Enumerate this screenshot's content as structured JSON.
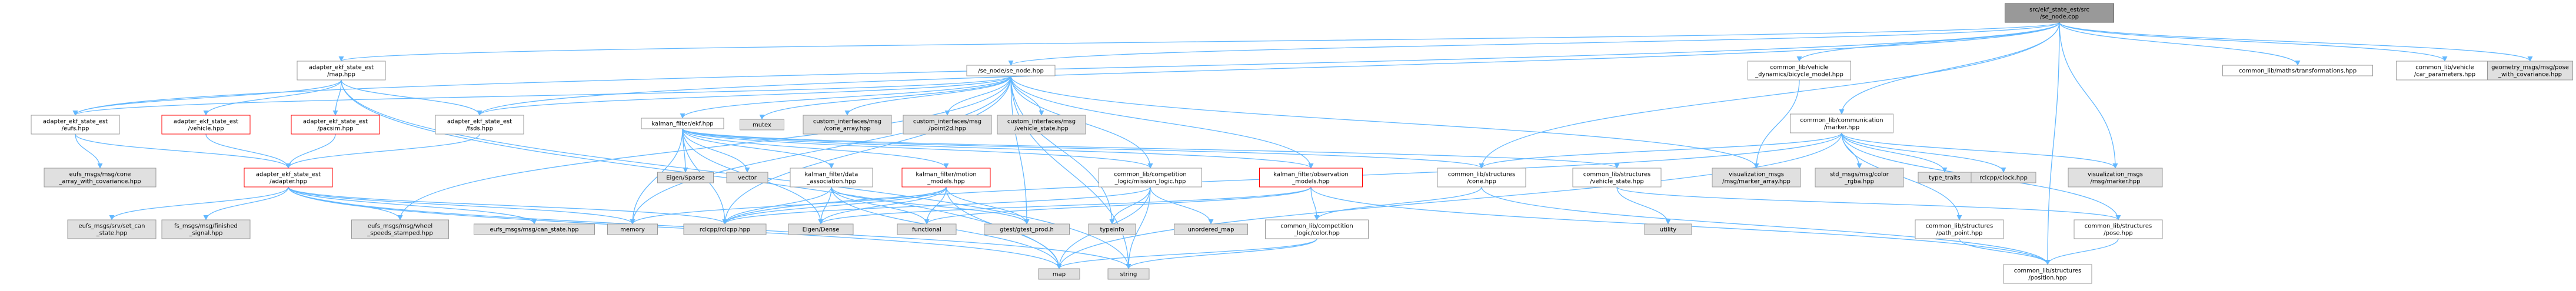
{
  "diagram": {
    "type": "include-dependency-graph",
    "colors": {
      "edge": "#63b8ff",
      "current_fill": "#999999",
      "node_border": "#999999",
      "system_fill": "#e0e0e0",
      "missing_border": "#ff0000"
    },
    "nodes": [
      {
        "id": "root",
        "style": "current",
        "lines": [
          "src/ekf_state_est/src",
          "/se_node.cpp"
        ]
      },
      {
        "id": "adapter_map",
        "style": "plain",
        "lines": [
          "adapter_ekf_state_est",
          "/map.hpp"
        ]
      },
      {
        "id": "se_node",
        "style": "plain",
        "lines": [
          "/se_node/se_node.hpp"
        ]
      },
      {
        "id": "bicycle",
        "style": "plain",
        "lines": [
          "common_lib/vehicle",
          "_dynamics/bicycle_model.hpp"
        ]
      },
      {
        "id": "transforms",
        "style": "plain",
        "lines": [
          "common_lib/maths/transformations.hpp"
        ]
      },
      {
        "id": "car_params",
        "style": "plain",
        "lines": [
          "common_lib/vehicle",
          "/car_parameters.hpp"
        ]
      },
      {
        "id": "pose_cov",
        "style": "sys",
        "lines": [
          "geometry_msgs/msg/pose",
          "_with_covariance.hpp"
        ]
      },
      {
        "id": "adapter_eufs",
        "style": "plain",
        "lines": [
          "adapter_ekf_state_est",
          "/eufs.hpp"
        ]
      },
      {
        "id": "adapter_vehicle",
        "style": "red",
        "lines": [
          "adapter_ekf_state_est",
          "/vehicle.hpp"
        ]
      },
      {
        "id": "adapter_pacsim",
        "style": "red",
        "lines": [
          "adapter_ekf_state_est",
          "/pacsim.hpp"
        ]
      },
      {
        "id": "adapter_fsds",
        "style": "plain",
        "lines": [
          "adapter_ekf_state_est",
          "/fsds.hpp"
        ]
      },
      {
        "id": "kalman",
        "style": "plain",
        "lines": [
          "kalman_filter/ekf.hpp"
        ]
      },
      {
        "id": "mutex",
        "style": "sys",
        "lines": [
          "mutex"
        ]
      },
      {
        "id": "cone_array",
        "style": "sys",
        "lines": [
          "custom_interfaces/msg",
          "/cone_array.hpp"
        ]
      },
      {
        "id": "point2d",
        "style": "sys",
        "lines": [
          "custom_interfaces/msg",
          "/point2d.hpp"
        ]
      },
      {
        "id": "vehicle_state_msg",
        "style": "sys",
        "lines": [
          "custom_interfaces/msg",
          "/vehicle_state.hpp"
        ]
      },
      {
        "id": "communication",
        "style": "plain",
        "lines": [
          "common_lib/communication",
          "/marker.hpp"
        ]
      },
      {
        "id": "eufs_cone_cov",
        "style": "sys",
        "lines": [
          "eufs_msgs/msg/cone",
          "_array_with_covariance.hpp"
        ]
      },
      {
        "id": "adapter_hpp",
        "style": "red",
        "lines": [
          "adapter_ekf_state_est",
          "/adapter.hpp"
        ]
      },
      {
        "id": "eigen_sparse",
        "style": "sys",
        "lines": [
          "Eigen/Sparse"
        ]
      },
      {
        "id": "vector",
        "style": "sys",
        "lines": [
          "vector"
        ]
      },
      {
        "id": "kf_data_assoc",
        "style": "plain",
        "lines": [
          "kalman_filter/data",
          "_association.hpp"
        ]
      },
      {
        "id": "kf_motion",
        "style": "red",
        "lines": [
          "kalman_filter/motion",
          "_models.hpp"
        ]
      },
      {
        "id": "mission_logic",
        "style": "plain",
        "lines": [
          "common_lib/competition",
          "_logic/mission_logic.hpp"
        ]
      },
      {
        "id": "kf_obs",
        "style": "red",
        "lines": [
          "kalman_filter/observation",
          "_models.hpp"
        ]
      },
      {
        "id": "cone_hpp",
        "style": "plain",
        "lines": [
          "common_lib/structures",
          "/cone.hpp"
        ]
      },
      {
        "id": "vehicle_state_hpp",
        "style": "plain",
        "lines": [
          "common_lib/structures",
          "/vehicle_state.hpp"
        ]
      },
      {
        "id": "marker_array",
        "style": "sys",
        "lines": [
          "visualization_msgs",
          "/msg/marker_array.hpp"
        ]
      },
      {
        "id": "color_rgba",
        "style": "sys",
        "lines": [
          "std_msgs/msg/color",
          "_rgba.hpp"
        ]
      },
      {
        "id": "type_traits",
        "style": "sys",
        "lines": [
          "type_traits"
        ]
      },
      {
        "id": "rclcpp_clock",
        "style": "sys",
        "lines": [
          "rclcpp/clock.hpp"
        ]
      },
      {
        "id": "vis_marker",
        "style": "sys",
        "lines": [
          "visualization_msgs",
          "/msg/marker.hpp"
        ]
      },
      {
        "id": "eufs_can",
        "style": "sys",
        "lines": [
          "eufs_msgs/srv/set_can",
          "_state.hpp"
        ]
      },
      {
        "id": "fs_msgs",
        "style": "sys",
        "lines": [
          "fs_msgs/msg/finished",
          "_signal.hpp"
        ]
      },
      {
        "id": "eufs_wheel",
        "style": "sys",
        "lines": [
          "eufs_msgs/msg/wheel",
          "_speeds_stamped.hpp"
        ]
      },
      {
        "id": "eufs_can_state",
        "style": "sys",
        "lines": [
          "eufs_msgs/msg/can_state.hpp"
        ]
      },
      {
        "id": "memory",
        "style": "sys",
        "lines": [
          "memory"
        ]
      },
      {
        "id": "rclcpp",
        "style": "sys",
        "lines": [
          "rclcpp/rclcpp.hpp"
        ]
      },
      {
        "id": "eigen_dense",
        "style": "sys",
        "lines": [
          "Eigen/Dense"
        ]
      },
      {
        "id": "functional",
        "style": "sys",
        "lines": [
          "functional"
        ]
      },
      {
        "id": "gtest",
        "style": "sys",
        "lines": [
          "gtest/gtest_prod.h"
        ]
      },
      {
        "id": "typeinfo",
        "style": "sys",
        "lines": [
          "typeinfo"
        ]
      },
      {
        "id": "unordered_map",
        "style": "sys",
        "lines": [
          "unordered_map"
        ]
      },
      {
        "id": "color_hpp",
        "style": "plain",
        "lines": [
          "common_lib/competition",
          "_logic/color.hpp"
        ]
      },
      {
        "id": "utility",
        "style": "sys",
        "lines": [
          "utility"
        ]
      },
      {
        "id": "path_point",
        "style": "plain",
        "lines": [
          "common_lib/structures",
          "/path_point.hpp"
        ]
      },
      {
        "id": "pose_hpp",
        "style": "plain",
        "lines": [
          "common_lib/structures",
          "/pose.hpp"
        ]
      },
      {
        "id": "map",
        "style": "sys",
        "lines": [
          "map"
        ]
      },
      {
        "id": "string",
        "style": "sys",
        "lines": [
          "string"
        ]
      },
      {
        "id": "position_hpp",
        "style": "plain",
        "lines": [
          "common_lib/structures",
          "/position.hpp"
        ]
      }
    ],
    "edges": [
      [
        "root",
        "adapter_map"
      ],
      [
        "root",
        "se_node"
      ],
      [
        "root",
        "bicycle"
      ],
      [
        "root",
        "transforms"
      ],
      [
        "root",
        "car_params"
      ],
      [
        "root",
        "pose_cov"
      ],
      [
        "root",
        "communication"
      ],
      [
        "root",
        "adapter_eufs"
      ],
      [
        "root",
        "adapter_fsds"
      ],
      [
        "root",
        "cone_hpp"
      ],
      [
        "root",
        "position_hpp"
      ],
      [
        "root",
        "vis_marker"
      ],
      [
        "adapter_map",
        "adapter_eufs"
      ],
      [
        "adapter_map",
        "adapter_vehicle"
      ],
      [
        "adapter_map",
        "adapter_pacsim"
      ],
      [
        "adapter_map",
        "adapter_fsds"
      ],
      [
        "adapter_map",
        "map"
      ],
      [
        "adapter_map",
        "string"
      ],
      [
        "se_node",
        "adapter_eufs"
      ],
      [
        "se_node",
        "adapter_fsds"
      ],
      [
        "se_node",
        "kalman"
      ],
      [
        "se_node",
        "mutex"
      ],
      [
        "se_node",
        "cone_array"
      ],
      [
        "se_node",
        "point2d"
      ],
      [
        "se_node",
        "vehicle_state_msg"
      ],
      [
        "se_node",
        "mission_logic"
      ],
      [
        "se_node",
        "kf_obs"
      ],
      [
        "se_node",
        "marker_array"
      ],
      [
        "se_node",
        "rclcpp"
      ],
      [
        "se_node",
        "memory"
      ],
      [
        "se_node",
        "gtest"
      ],
      [
        "se_node",
        "typeinfo"
      ],
      [
        "se_node",
        "eufs_wheel"
      ],
      [
        "se_node",
        "string"
      ],
      [
        "bicycle",
        "marker_array"
      ],
      [
        "communication",
        "cone_hpp"
      ],
      [
        "communication",
        "color_rgba"
      ],
      [
        "communication",
        "type_traits"
      ],
      [
        "communication",
        "rclcpp_clock"
      ],
      [
        "communication",
        "vis_marker"
      ],
      [
        "communication",
        "path_point"
      ],
      [
        "communication",
        "pose_hpp"
      ],
      [
        "communication",
        "map"
      ],
      [
        "communication",
        "rclcpp"
      ],
      [
        "adapter_eufs",
        "eufs_cone_cov"
      ],
      [
        "adapter_eufs",
        "adapter_hpp"
      ],
      [
        "adapter_vehicle",
        "adapter_hpp"
      ],
      [
        "adapter_pacsim",
        "adapter_hpp"
      ],
      [
        "adapter_fsds",
        "adapter_hpp"
      ],
      [
        "adapter_hpp",
        "eufs_can"
      ],
      [
        "adapter_hpp",
        "fs_msgs"
      ],
      [
        "adapter_hpp",
        "eufs_wheel"
      ],
      [
        "adapter_hpp",
        "eufs_can_state"
      ],
      [
        "adapter_hpp",
        "memory"
      ],
      [
        "adapter_hpp",
        "rclcpp"
      ],
      [
        "adapter_hpp",
        "map"
      ],
      [
        "adapter_hpp",
        "string"
      ],
      [
        "kalman",
        "eigen_sparse"
      ],
      [
        "kalman",
        "vector"
      ],
      [
        "kalman",
        "kf_data_assoc"
      ],
      [
        "kalman",
        "kf_motion"
      ],
      [
        "kalman",
        "kf_obs"
      ],
      [
        "kalman",
        "mission_logic"
      ],
      [
        "kalman",
        "cone_hpp"
      ],
      [
        "kalman",
        "memory"
      ],
      [
        "kalman",
        "rclcpp"
      ],
      [
        "kalman",
        "eigen_dense"
      ],
      [
        "kalman",
        "vehicle_state_hpp"
      ],
      [
        "kf_data_assoc",
        "eigen_dense"
      ],
      [
        "kf_data_assoc",
        "functional"
      ],
      [
        "kf_data_assoc",
        "gtest"
      ],
      [
        "kf_data_assoc",
        "map"
      ],
      [
        "kf_data_assoc",
        "rclcpp"
      ],
      [
        "kf_motion",
        "eigen_dense"
      ],
      [
        "kf_motion",
        "functional"
      ],
      [
        "kf_motion",
        "gtest"
      ],
      [
        "kf_motion",
        "map"
      ],
      [
        "kf_motion",
        "memory"
      ],
      [
        "kf_motion",
        "rclcpp"
      ],
      [
        "kf_obs",
        "color_hpp"
      ],
      [
        "kf_obs",
        "eigen_dense"
      ],
      [
        "kf_obs",
        "functional"
      ],
      [
        "kf_obs",
        "position_hpp"
      ],
      [
        "mission_logic",
        "unordered_map"
      ],
      [
        "mission_logic",
        "map"
      ],
      [
        "mission_logic",
        "string"
      ],
      [
        "mission_logic",
        "rclcpp"
      ],
      [
        "mission_logic",
        "typeinfo"
      ],
      [
        "color_hpp",
        "map"
      ],
      [
        "color_hpp",
        "string"
      ],
      [
        "cone_hpp",
        "color_hpp"
      ],
      [
        "cone_hpp",
        "position_hpp"
      ],
      [
        "vehicle_state_hpp",
        "pose_hpp"
      ],
      [
        "vehicle_state_hpp",
        "utility"
      ],
      [
        "path_point",
        "position_hpp"
      ],
      [
        "pose_hpp",
        "position_hpp"
      ]
    ]
  }
}
